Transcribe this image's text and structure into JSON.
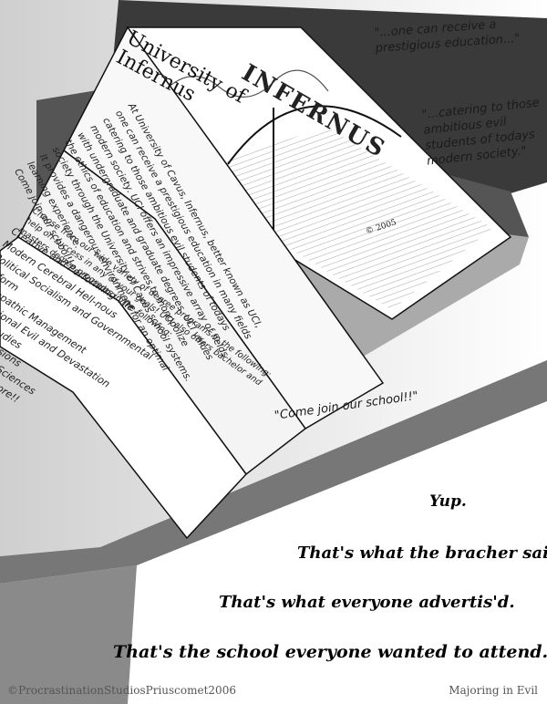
{
  "brochure": {
    "title": "University of Infernus",
    "subtitle": "INFERNUS",
    "copyright": "© 2005",
    "panel_intro": "At University of Cavus, Infernus, better known as UCI, one can receive a prestigious education in many fields catering to those ambitious evil students of todays modern society. UCI offers an impressive array of fields with undergraduate and graduate degrees. UCI values the ethics of education and strives to monopolize society through the University of Cavus school systems. It provides a dangerous environment for an optimal learning experience.",
    "panel_closing": "Come join our school!!",
    "panel_programs_intro": "Choose from our wide variety of degree programs in the following: help on success in any of your goals! UCI also offers bachelor and masters degree programs in the following:",
    "programs": [
      "Creative and Performing Vile",
      "Modern Cerebral Hell-nous",
      "Political Socialism and Governmental Reform",
      "Sociopathic Management",
      "Educational Evil and Devastation",
      "Ethics Studies",
      "Human Illusions",
      "Exploitation Sciences"
    ],
    "programs_more": "...And many more!!"
  },
  "quotes": {
    "q1": "\"...one can receive a prestigious education...\"",
    "q2": "\"...catering to those ambitious evil students of todays modern society.\"",
    "q3": "\"Come join our school!!\""
  },
  "narration": {
    "line1": "Yup.",
    "line2": "That's what the bracher said.",
    "line3": "That's what everyone advertis'd.",
    "line4": "That's the school everyone wanted to attend."
  },
  "footer": {
    "credit": "©ProcrastinationStudiosPriuscomet2006",
    "series": "Majoring in Evil"
  }
}
